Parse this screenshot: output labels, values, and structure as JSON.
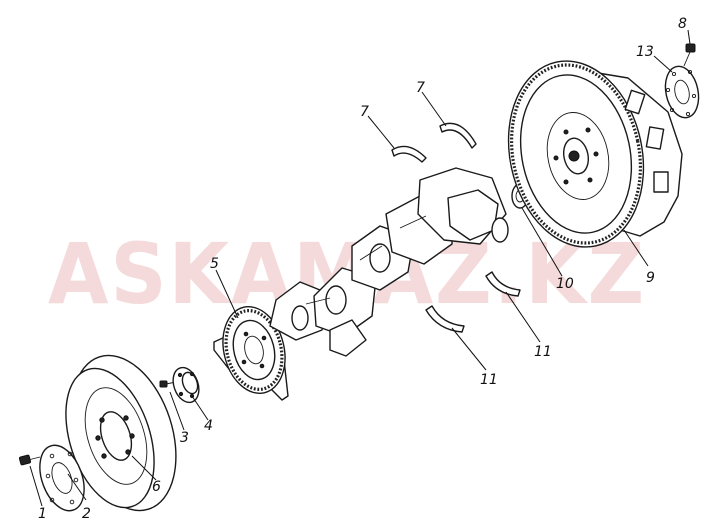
{
  "watermark": {
    "text": "ASKAMAZ.KZ",
    "color": "#e8a8ab"
  },
  "callouts": [
    {
      "id": "1",
      "label": "1"
    },
    {
      "id": "2",
      "label": "2"
    },
    {
      "id": "3",
      "label": "3"
    },
    {
      "id": "4",
      "label": "4"
    },
    {
      "id": "5",
      "label": "5"
    },
    {
      "id": "6",
      "label": "6"
    },
    {
      "id": "7a",
      "label": "7"
    },
    {
      "id": "7b",
      "label": "7"
    },
    {
      "id": "8",
      "label": "8"
    },
    {
      "id": "9",
      "label": "9"
    },
    {
      "id": "10",
      "label": "10"
    },
    {
      "id": "11a",
      "label": "11"
    },
    {
      "id": "11b",
      "label": "11"
    },
    {
      "id": "13",
      "label": "13"
    }
  ],
  "parts": [
    {
      "number": "1",
      "icon": "bolt-icon"
    },
    {
      "number": "2",
      "icon": "washer-plate-icon"
    },
    {
      "number": "3",
      "icon": "small-bolt-icon"
    },
    {
      "number": "4",
      "icon": "hub-flange-icon"
    },
    {
      "number": "5",
      "icon": "front-gear-icon"
    },
    {
      "number": "6",
      "icon": "pulley-damper-icon"
    },
    {
      "number": "7",
      "icon": "thrust-half-washer-icon"
    },
    {
      "number": "8",
      "icon": "flywheel-bolt-icon"
    },
    {
      "number": "9",
      "icon": "flywheel-icon"
    },
    {
      "number": "10",
      "icon": "bearing-icon"
    },
    {
      "number": "11",
      "icon": "thrust-half-washer-icon"
    },
    {
      "number": "13",
      "icon": "lock-plate-icon"
    }
  ]
}
